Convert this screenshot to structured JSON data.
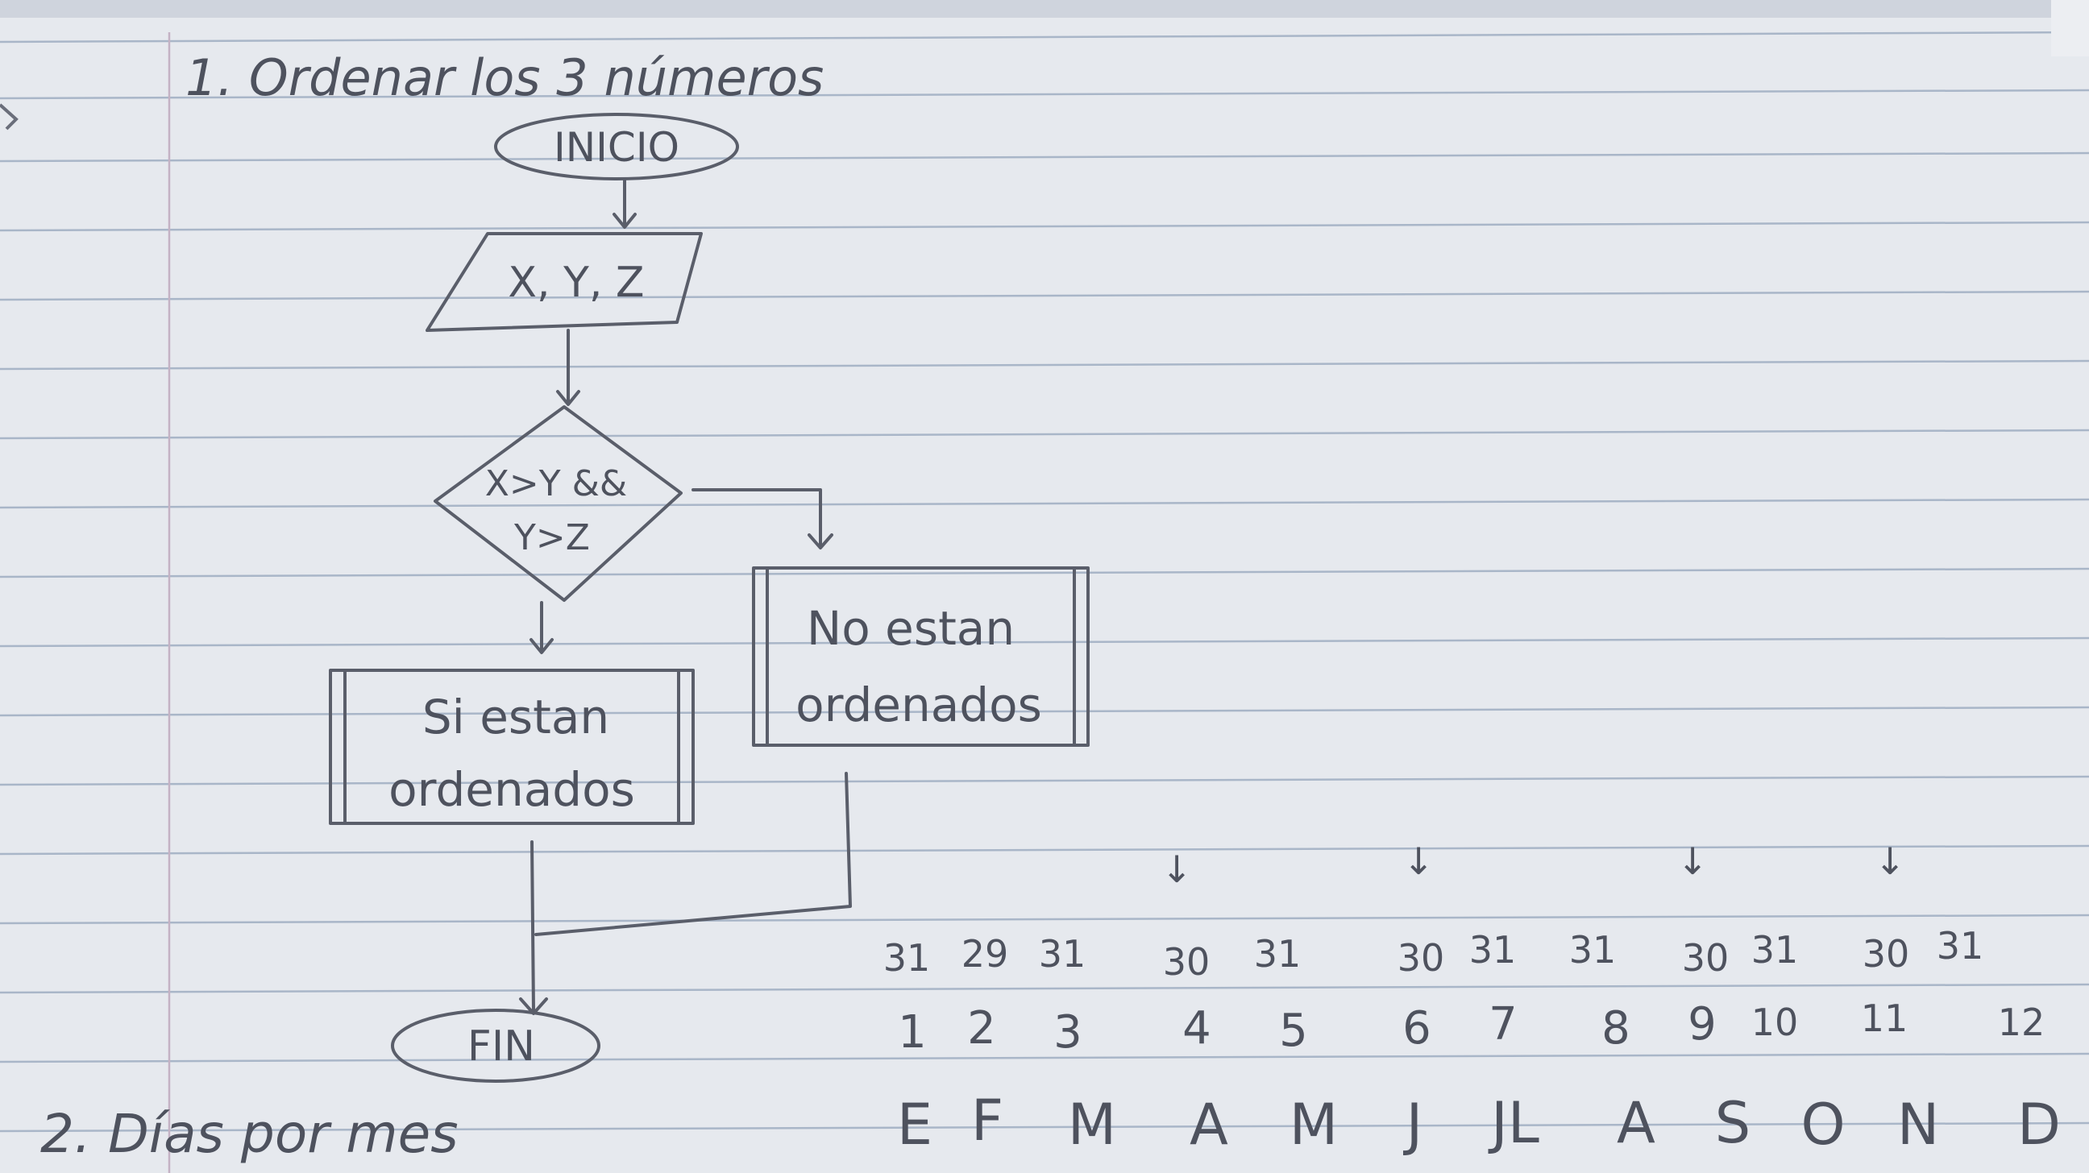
{
  "section1": {
    "title": "1. Ordenar los 3 números"
  },
  "flowchart": {
    "start": "INICIO",
    "input": "X, Y, Z",
    "decision_line1": "X>Y &&",
    "decision_line2": "Y>Z",
    "yes_line1": "Si estan",
    "yes_line2": "ordenados",
    "no_line1": "No estan",
    "no_line2": "ordenados",
    "end": "FIN"
  },
  "section2": {
    "title": "2. Días por mes"
  },
  "months_table": {
    "days": [
      "31",
      "29",
      "31",
      "30",
      "31",
      "30",
      "31",
      "31",
      "30",
      "31",
      "30",
      "31"
    ],
    "numbers": [
      "1",
      "2",
      "3",
      "4",
      "5",
      "6",
      "7",
      "8",
      "9",
      "10",
      "11",
      "12"
    ],
    "letters": [
      "E",
      "F",
      "M",
      "A",
      "M",
      "J",
      "JL",
      "A",
      "S",
      "O",
      "N",
      "D"
    ],
    "arrow_marks": [
      "↓",
      "↓",
      "↓",
      "↓"
    ]
  },
  "colors": {
    "paper": "#e6e9ee",
    "rule_line": "#a9b6c8",
    "pencil": "#5a5e6a"
  }
}
